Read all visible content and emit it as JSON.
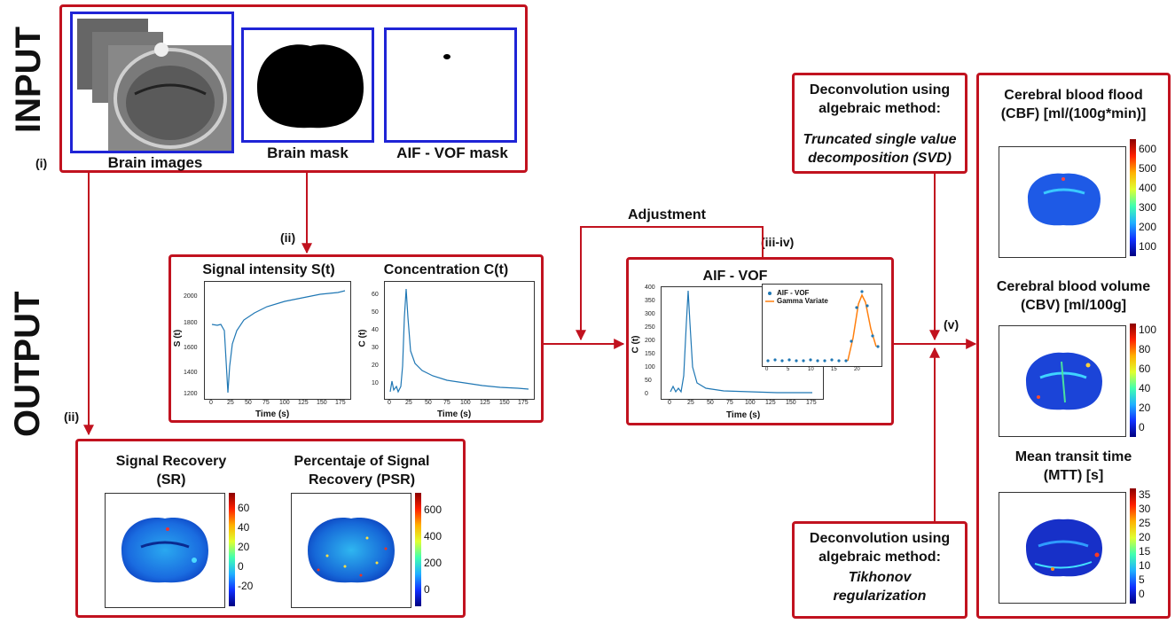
{
  "sections": {
    "input": "INPUT",
    "output": "OUTPUT"
  },
  "steps": {
    "i": "(i)",
    "ii_top": "(ii)",
    "ii_left": "(ii)",
    "iii_iv": "(iii-iv)",
    "v": "(v)"
  },
  "input": {
    "brain_images": "Brain images",
    "brain_mask": "Brain mask",
    "aif_vof_mask": "AIF - VOF mask"
  },
  "adjustment": "Adjustment",
  "signal_panel": {
    "signal_title": "Signal intensity S(t)",
    "signal_ylabel": "S (t)",
    "signal_xlabel": "Time (s)",
    "signal_yticks": [
      "2000",
      "1800",
      "1600",
      "1400",
      "1200"
    ],
    "conc_title": "Concentration C(t)",
    "conc_ylabel": "C (t)",
    "conc_xlabel": "Time (s)",
    "conc_yticks": [
      "60",
      "50",
      "40",
      "30",
      "20",
      "10"
    ],
    "xticks": [
      "0",
      "25",
      "50",
      "75",
      "100",
      "125",
      "150",
      "175"
    ]
  },
  "aif_panel": {
    "title": "AIF - VOF",
    "ylabel": "C (t)",
    "xlabel": "Time (s)",
    "yticks": [
      "400",
      "350",
      "300",
      "250",
      "200",
      "150",
      "100",
      "50",
      "0"
    ],
    "xticks": [
      "0",
      "25",
      "50",
      "75",
      "100",
      "125",
      "150",
      "175"
    ],
    "legend_1": "AIF - VOF",
    "legend_2": "Gamma Variate",
    "inset_xticks": [
      "0",
      "5",
      "10",
      "15",
      "20"
    ]
  },
  "recovery_panel": {
    "sr_title_1": "Signal Recovery",
    "sr_title_2": "(SR)",
    "sr_ticks": [
      "60",
      "40",
      "20",
      "0",
      "-20"
    ],
    "psr_title_1": "Percentaje of Signal",
    "psr_title_2": "Recovery (PSR)",
    "psr_ticks": [
      "600",
      "400",
      "200",
      "0"
    ]
  },
  "deconv_top": {
    "line_1": "Deconvolution using",
    "line_2": "algebraic method:",
    "line_3": "Truncated single value",
    "line_4": "decomposition (SVD)"
  },
  "deconv_bottom": {
    "line_1": "Deconvolution using",
    "line_2": "algebraic method:",
    "line_3": "Tikhonov",
    "line_4": "regularization"
  },
  "maps": {
    "cbf_title_1": "Cerebral blood flood",
    "cbf_title_2": "(CBF) [ml/(100g*min)]",
    "cbf_ticks": [
      "600",
      "500",
      "400",
      "300",
      "200",
      "100"
    ],
    "cbv_title_1": "Cerebral blood volume",
    "cbv_title_2": "(CBV) [ml/100g]",
    "cbv_ticks": [
      "100",
      "80",
      "60",
      "40",
      "20",
      "0"
    ],
    "mtt_title_1": "Mean transit time",
    "mtt_title_2": "(MTT) [s]",
    "mtt_ticks": [
      "35",
      "30",
      "25",
      "20",
      "15",
      "10",
      "5",
      "0"
    ]
  },
  "colors": {
    "frame": "#c1121f",
    "input_frame": "#1f24d6",
    "curve": "#1f77b4",
    "fit": "#ff7f0e"
  }
}
